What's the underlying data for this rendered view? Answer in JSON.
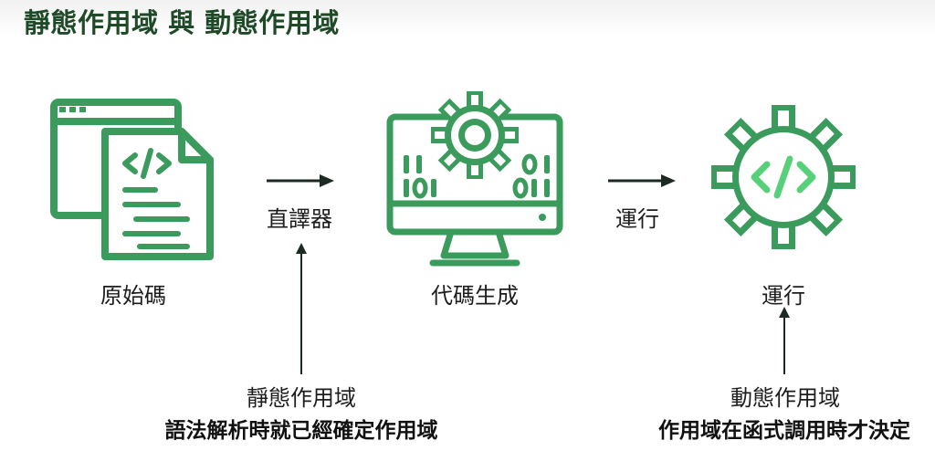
{
  "title": "靜態作用域 與 動態作用域",
  "colors": {
    "icon_green": "#3a9b5c",
    "code_accent": "#57d07a",
    "arrow": "#1b2a22"
  },
  "icons": {
    "source_code": "source-code-window-icon",
    "code_generation": "monitor-gear-icon",
    "runtime": "gear-code-icon"
  },
  "steps": {
    "source_code": "原始碼",
    "interpreter": "直譯器",
    "code_generation": "代碼生成",
    "run_arrow_label": "運行",
    "run": "運行"
  },
  "notes": {
    "static": {
      "title": "靜態作用域",
      "description": "語法解析時就已經確定作用域"
    },
    "dynamic": {
      "title": "動態作用域",
      "description": "作用域在函式調用時才決定"
    }
  }
}
